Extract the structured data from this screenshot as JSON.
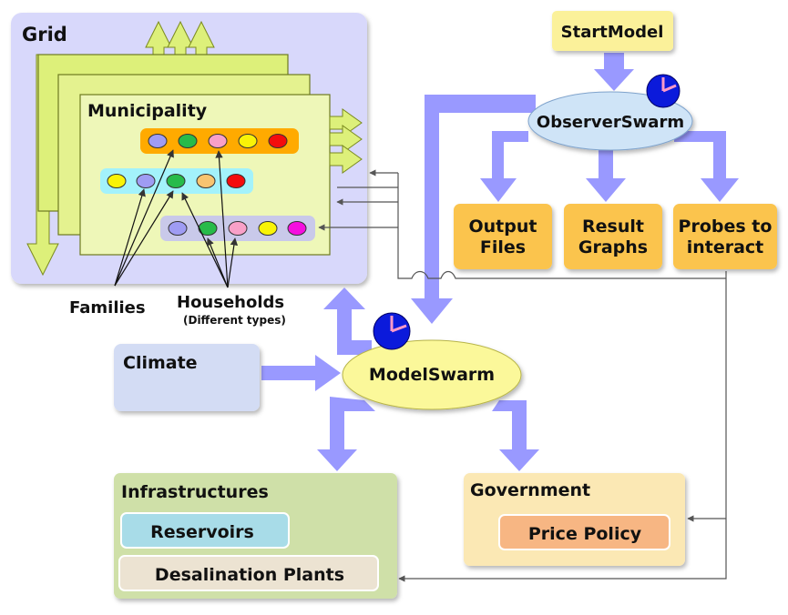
{
  "grid": {
    "title": "Grid"
  },
  "municipality": {
    "title": "Municipality"
  },
  "legend": {
    "families": "Families",
    "households": "Households",
    "households_sub": "(Different types)"
  },
  "start_model": {
    "label": "StartModel"
  },
  "observer_swarm": {
    "label": "ObserverSwarm"
  },
  "outputs": {
    "output_files": [
      "Output",
      "Files"
    ],
    "result_graphs": [
      "Result",
      "Graphs"
    ],
    "probes": [
      "Probes to",
      "interact"
    ]
  },
  "climate": {
    "label": "Climate"
  },
  "model_swarm": {
    "label": "ModelSwarm"
  },
  "infrastructures": {
    "title": "Infrastructures",
    "reservoirs": "Reservoirs",
    "desalination": "Desalination Plants"
  },
  "government": {
    "title": "Government",
    "price_policy": "Price Policy"
  },
  "colors": {
    "blue_arrow": "#9999ff",
    "yellow_arrow": "#ddf07a",
    "grid_bg": "#d8d8fb",
    "municipality_bg": "#eef7b8",
    "output_box": "#fbc44e",
    "start_box": "#fbf19a",
    "observer_ellipse": "#cfe4f7",
    "model_ellipse": "#fbf89a",
    "climate_box": "#d3dcf4",
    "infra_box": "#cfe0a8",
    "reservoir_box": "#a8dce8",
    "desal_box": "#ece3d2",
    "government_box": "#fbe8b4",
    "price_box": "#f7b683",
    "clock": "#0b1adb",
    "clock_hand": "#ff9ac8"
  },
  "families_rows": [
    {
      "bg": "#ffaa00",
      "dots": [
        "#9f9cf3",
        "#27bb4a",
        "#f9a0c8",
        "#f9f307",
        "#f40d0d"
      ]
    },
    {
      "bg": "#a3f2fb",
      "dots": [
        "#f9f307",
        "#9f9cf3",
        "#27bb4a",
        "#f8c470",
        "#f40d0d"
      ]
    },
    {
      "bg": "#c9c9ea",
      "dots": [
        "#9f9cf3",
        "#27bb4a",
        "#f9a0c8",
        "#f9f307",
        "#f50fdf"
      ]
    }
  ]
}
